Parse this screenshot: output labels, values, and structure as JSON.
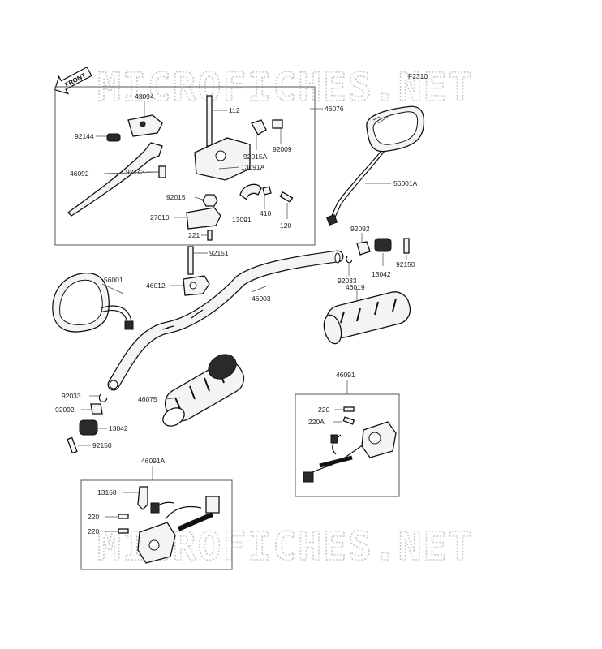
{
  "figure_code": "F2310",
  "watermark": "MICROFICHES.NET",
  "front_label": "FRONT",
  "parts": {
    "p43094": "43094",
    "p112": "112",
    "p46076": "46076",
    "p92144": "92144",
    "p92009": "92009",
    "p92015A": "92015A",
    "p13091A": "13091A",
    "p46092": "46092",
    "p92143": "92143",
    "p92015": "92015",
    "p410": "410",
    "p13091": "13091",
    "p120": "120",
    "p27010": "27010",
    "p221": "221",
    "p56001A": "56001A",
    "p92092a": "92092",
    "p92151": "92151",
    "p56001": "56001",
    "p46012": "46012",
    "p46003": "46003",
    "p92033a": "92033",
    "p13042a": "13042",
    "p92150a": "92150",
    "p46019": "46019",
    "p46091": "46091",
    "p220a": "220",
    "p220A": "220A",
    "p92033b": "92033",
    "p92092b": "92092",
    "p46075": "46075",
    "p13042b": "13042",
    "p92150b": "92150",
    "p46091A": "46091A",
    "p13168": "13168",
    "p220b": "220",
    "p220c": "220"
  }
}
